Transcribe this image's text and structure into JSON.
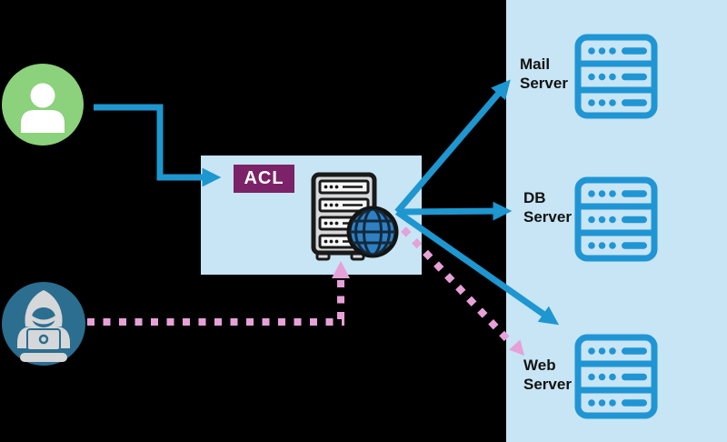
{
  "acl": {
    "label": "ACL"
  },
  "servers": [
    {
      "label": "Mail Server"
    },
    {
      "label": "DB Server"
    },
    {
      "label": "Web Server"
    }
  ],
  "icons": {
    "user": "user-icon",
    "hacker": "hacker-icon",
    "firewall": "firewall-router-globe-icon",
    "server": "server-rack-icon"
  },
  "colors": {
    "background": "#000000",
    "zone_fill": "#c7e5f4",
    "arrow_blue": "#1e96cf",
    "server_icon_blue": "#2095d4",
    "attack_pink": "#e6a1d8",
    "acl_badge_purple": "#7b2268",
    "user_green": "#8cd17b",
    "hacker_teal": "#2b6e8f"
  }
}
